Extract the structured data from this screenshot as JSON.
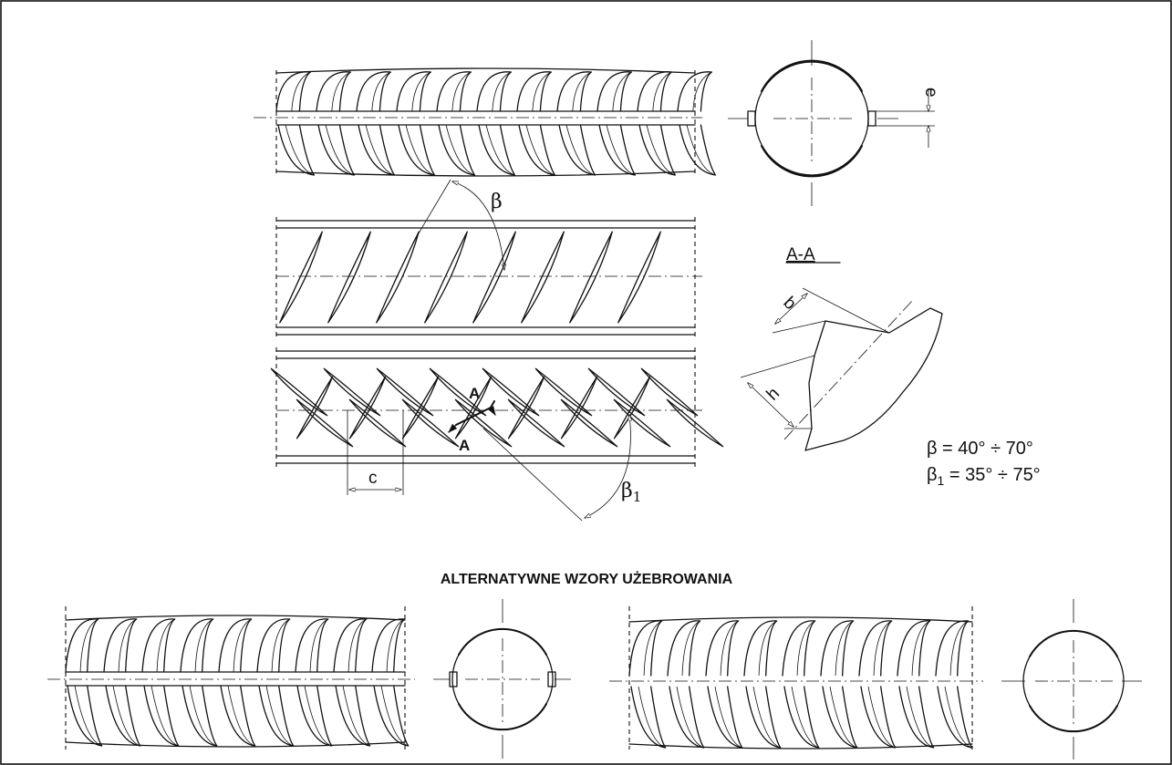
{
  "labels": {
    "beta": "β",
    "beta1": "β",
    "beta1_sub": "1",
    "section_title": "A-A",
    "section_mark": "A",
    "dim_e": "e",
    "dim_b": "b",
    "dim_h": "h",
    "dim_c": "c",
    "formula_beta": "β = 40° ÷ 70°",
    "formula_beta1_prefix": "β",
    "formula_beta1_sub": "1",
    "formula_beta1_rest": " = 35° ÷ 75°",
    "alt_heading": "ALTERNATYWNE WZORY UŻEBROWANIA"
  }
}
